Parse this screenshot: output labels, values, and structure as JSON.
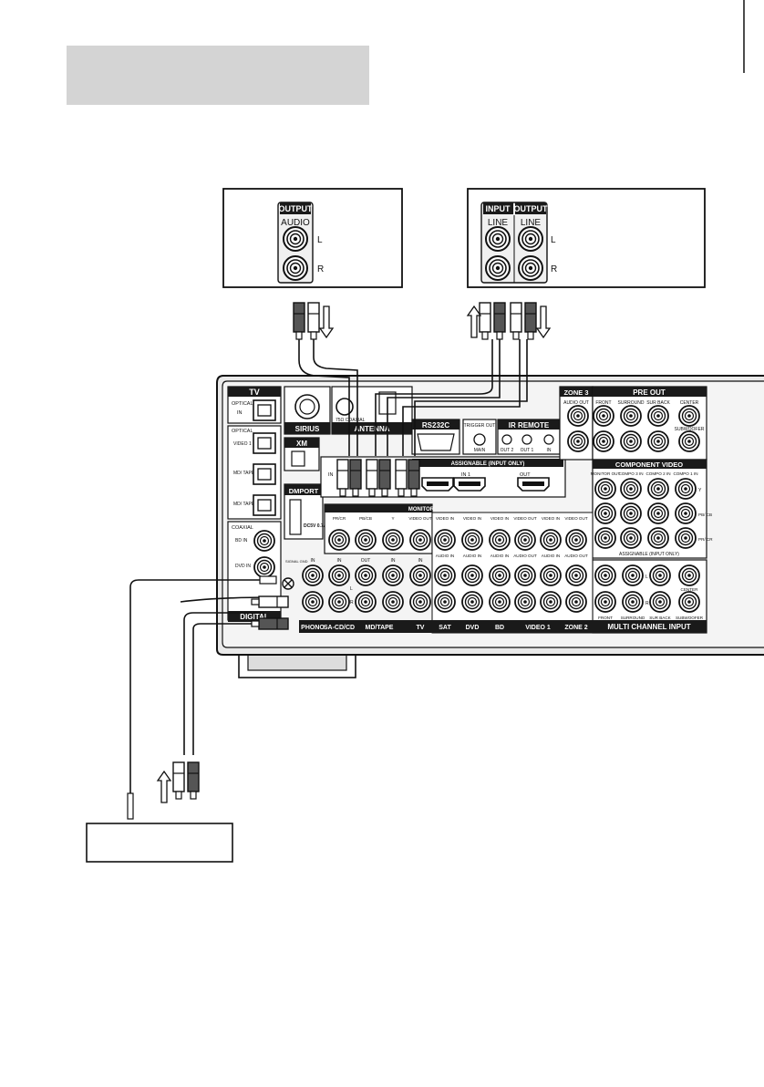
{
  "device_top_left": {
    "header": "OUTPUT",
    "jack_group": "AUDIO",
    "channel_l": "L",
    "channel_r": "R"
  },
  "device_top_right": {
    "input_header": "INPUT",
    "output_header": "OUTPUT",
    "input_group": "LINE",
    "output_group": "LINE",
    "channel_l": "L",
    "channel_r": "R"
  },
  "receiver": {
    "tv_label": "TV",
    "optical_label": "OPTICAL",
    "optical_in": "IN",
    "optical_group": "OPTICAL",
    "video1_in": "VIDEO 1 IN",
    "mdtape_in": "MD/ TAPE IN",
    "mdtape_out": "MD/ TAPE OUT",
    "coaxial_label": "COAXIAL",
    "bd_in": "BD IN",
    "dvd_in": "DVD IN",
    "sirius": "SIRIUS",
    "antenna": "ANTENNA",
    "coaxial_75": "75Ω COAXIAL",
    "xm": "XM",
    "dmport": "DMPORT",
    "dmport_spec": "DC5V 0.7A MAX",
    "rs232c": "RS232C",
    "trigger_out": "TRIGGER OUT",
    "trigger_main": "MAIN",
    "ir_remote": "IR REMOTE",
    "ir_out2": "OUT 2",
    "ir_out1": "OUT 1",
    "ir_in": "IN",
    "zone3": "ZONE 3",
    "zone3_audio_out": "AUDIO OUT",
    "pre_out": "PRE OUT",
    "pre_front": "FRONT",
    "pre_surround": "SURROUND",
    "pre_surback": "SUR BACK",
    "pre_center": "CENTER",
    "pre_subwoofer": "SUBWOOFER",
    "hdmi_assignable": "ASSIGNABLE (INPUT ONLY)",
    "hdmi_in": "IN",
    "hdmi_in1": "IN 1",
    "hdmi_out": "OUT",
    "component_video": "COMPONENT VIDEO",
    "cv_monitor_out": "MONITOR OUT",
    "cv_compo3_in": "COMPO 3 IN",
    "cv_compo2_in": "COMPO 2 IN",
    "cv_compo1_in": "COMPO 1 IN",
    "cv_y": "Y",
    "cv_pb": "PB/ CB",
    "cv_pr": "PR/ CR",
    "cv_assignable": "ASSIGNABLE (INPUT ONLY)",
    "monitor_label": "MONITOR",
    "video_out": "VIDEO OUT",
    "video_in": "VIDEO IN",
    "audio_in": "AUDIO IN",
    "audio_out": "AUDIO OUT",
    "signal_gnd": "SIGNAL GND",
    "in_label": "IN",
    "out_label": "OUT",
    "pr_cr": "PR/CR",
    "pb_cb": "PB/CB",
    "y_label": "Y",
    "l": "L",
    "r": "R",
    "mc_front": "FRONT",
    "mc_surround": "SURROUND",
    "mc_surback": "SUR BACK",
    "mc_center": "CENTER",
    "mc_subwoofer": "SUBWOOFER",
    "digital_label": "DIGITAL",
    "bottom_labels": [
      "PHONO",
      "SA-CD/CD",
      "MD/TAPE",
      "TV",
      "SAT",
      "DVD",
      "BD",
      "VIDEO 1",
      "ZONE 2",
      "MULTI CHANNEL INPUT"
    ]
  },
  "colors": {
    "title_bar": "#d4d4d4",
    "panel_fill": "#ededed",
    "panel_inner": "#f7f7f7",
    "label_dark": "#1a1a1a",
    "cable": "#111111"
  }
}
